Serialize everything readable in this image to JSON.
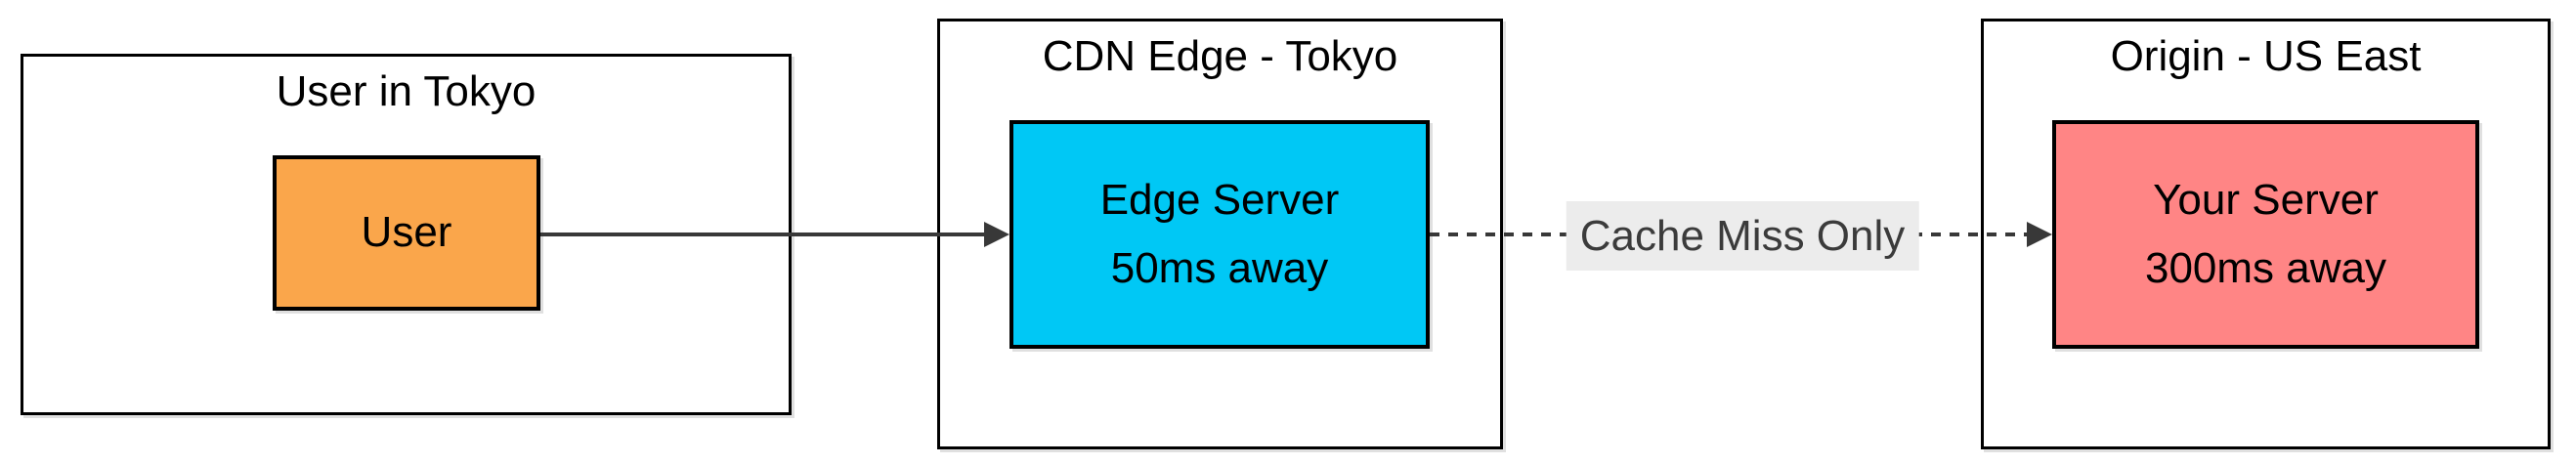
{
  "diagram": {
    "groups": [
      {
        "title": "User in Tokyo",
        "node": {
          "lines": [
            "User"
          ],
          "fill": "#FAA64B",
          "border": "#000000"
        }
      },
      {
        "title": "CDN Edge - Tokyo",
        "node": {
          "lines": [
            "Edge Server",
            "50ms away"
          ],
          "fill": "#00C8F5",
          "border": "#000000"
        }
      },
      {
        "title": "Origin - US East",
        "node": {
          "lines": [
            "Your Server",
            "300ms away"
          ],
          "fill": "#FF8585",
          "border": "#000000"
        }
      }
    ],
    "edges": [
      {
        "from": "User",
        "to": "Edge Server",
        "style": "solid",
        "label": "",
        "color": "#383838"
      },
      {
        "from": "Edge Server",
        "to": "Your Server",
        "style": "dashed",
        "label": "Cache Miss Only",
        "color": "#383838",
        "label_bg": "#ECECEC",
        "label_color": "#3B3B3B"
      }
    ],
    "background": "#FFFFFF",
    "container_border": "#000000"
  }
}
